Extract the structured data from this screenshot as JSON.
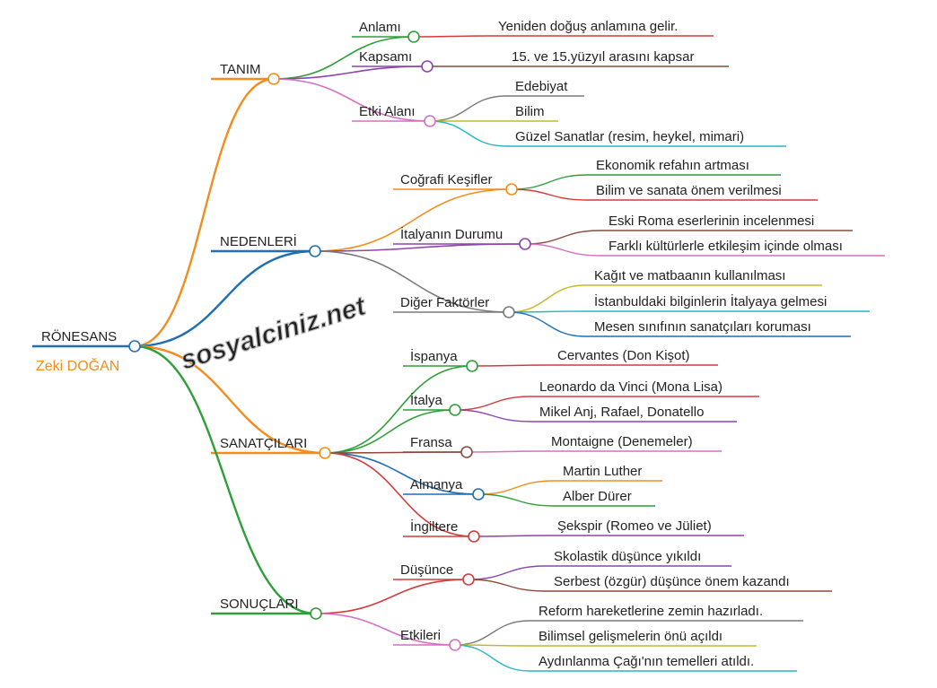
{
  "root": {
    "label": "RÖNESANS",
    "author": "Zeki DOĞAN",
    "color": "#1f6fb2"
  },
  "watermark": "sosyalciniz.net",
  "branches": [
    {
      "label": "TANIM",
      "color": "#f28c1d",
      "topics": [
        {
          "label": "Anlamı",
          "color": "#2e9e38",
          "leaves": [
            {
              "label": "Yeniden doğuş anlamına gelir.",
              "color": "#d33c3c"
            }
          ]
        },
        {
          "label": "Kapsamı",
          "color": "#8e44ad",
          "leaves": [
            {
              "label": "15. ve 15.yüzyıl arasını kapsar",
              "color": "#8b4a3a"
            }
          ]
        },
        {
          "label": "Etki Alanı",
          "color": "#d66fc4",
          "leaves": [
            {
              "label": "Edebiyat",
              "color": "#7a7a7a"
            },
            {
              "label": "Bilim",
              "color": "#c5b82a"
            },
            {
              "label": "Güzel Sanatlar (resim, heykel, mimari)",
              "color": "#27b5c6"
            }
          ]
        }
      ]
    },
    {
      "label": "NEDENLERİ",
      "color": "#1f6fb2",
      "topics": [
        {
          "label": "Coğrafi Keşifler",
          "color": "#f28c1d",
          "leaves": [
            {
              "label": "Ekonomik refahın artması",
              "color": "#2e9e38"
            },
            {
              "label": "Bilim ve sanata önem verilmesi",
              "color": "#d33c3c"
            }
          ]
        },
        {
          "label": "İtalyanın Durumu",
          "color": "#8e44ad",
          "leaves": [
            {
              "label": "Eski Roma eserlerinin incelenmesi",
              "color": "#8b4a3a"
            },
            {
              "label": "Farklı kültürlerle etkileşim içinde olması",
              "color": "#d66fc4"
            }
          ]
        },
        {
          "label": "Diğer Faktörler",
          "color": "#7a7a7a",
          "leaves": [
            {
              "label": "Kağıt ve matbaanın kullanılması",
              "color": "#c5b82a"
            },
            {
              "label": "İstanbuldaki bilginlerin İtalyaya gelmesi",
              "color": "#27b5c6"
            },
            {
              "label": "Mesen sınıfının sanatçıları koruması",
              "color": "#1f6fb2"
            }
          ]
        }
      ]
    },
    {
      "label": "SANATÇILARI",
      "color": "#f28c1d",
      "topics": [
        {
          "label": "İspanya",
          "color": "#2e9e38",
          "leaves": [
            {
              "label": "Cervantes (Don Kişot)",
              "color": "#d33c3c"
            }
          ]
        },
        {
          "label": "İtalya",
          "color": "#2e9e38",
          "leaves": [
            {
              "label": "Leonardo da Vinci (Mona Lisa)",
              "color": "#d33c3c"
            },
            {
              "label": "Mikel Anj, Rafael, Donatello",
              "color": "#8e44ad"
            }
          ]
        },
        {
          "label": "Fransa",
          "color": "#8b4a3a",
          "leaves": [
            {
              "label": "Montaigne (Denemeler)",
              "color": "#d66fc4"
            }
          ]
        },
        {
          "label": "Almanya",
          "color": "#1f6fb2",
          "leaves": [
            {
              "label": "Martin Luther",
              "color": "#f28c1d"
            },
            {
              "label": "Alber Dürer",
              "color": "#2e9e38"
            }
          ]
        },
        {
          "label": "İngiltere",
          "color": "#d33c3c",
          "leaves": [
            {
              "label": "Şekspir (Romeo ve Jüliet)",
              "color": "#8e44ad"
            }
          ]
        }
      ]
    },
    {
      "label": "SONUÇLARI",
      "color": "#2e9e38",
      "topics": [
        {
          "label": "Düşünce",
          "color": "#d33c3c",
          "leaves": [
            {
              "label": "Skolastik düşünce yıkıldı",
              "color": "#8e44ad"
            },
            {
              "label": "Serbest (özgür) düşünce önem kazandı",
              "color": "#8b4a3a"
            }
          ]
        },
        {
          "label": "Etkileri",
          "color": "#d66fc4",
          "leaves": [
            {
              "label": "Reform hareketlerine zemin hazırladı.",
              "color": "#7a7a7a"
            },
            {
              "label": "Bilimsel gelişmelerin önü açıldı",
              "color": "#c5b82a"
            },
            {
              "label": "Aydınlanma Çağı'nın temelleri atıldı.",
              "color": "#27b5c6"
            }
          ]
        }
      ]
    }
  ]
}
